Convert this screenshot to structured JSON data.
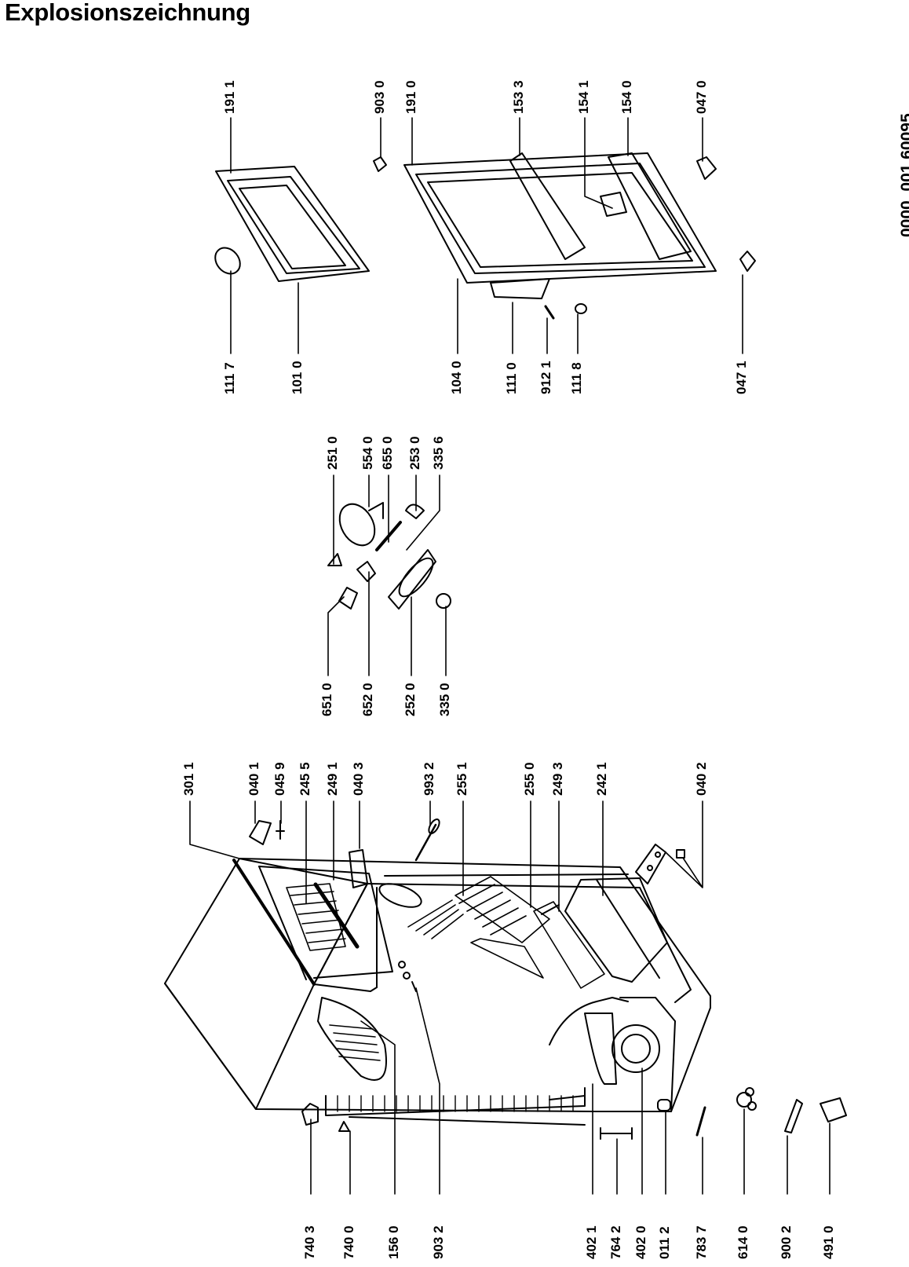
{
  "title": "Explosionszeichnung",
  "document_number": "0000  001 60095",
  "parts": {
    "p7403": "740 3",
    "p7400": "740 0",
    "p1560": "156 0",
    "p9032": "903 2",
    "p4021": "402 1",
    "p7642": "764 2",
    "p4020": "402 0",
    "p0112": "011 2",
    "p7837": "783 7",
    "p6140": "614 0",
    "p9002": "900 2",
    "p4910": "491 0",
    "p3011": "301 1",
    "p0401": "040 1",
    "p0459": "045 9",
    "p2455": "245 5",
    "p2491": "249 1",
    "p0403": "040 3",
    "p9932": "993 2",
    "p2551": "255 1",
    "p2550": "255 0",
    "p2493": "249 3",
    "p2421": "242 1",
    "p0402": "040 2",
    "p6510": "651 0",
    "p6520": "652 0",
    "p2520": "252 0",
    "p3350": "335 0",
    "p2510": "251 0",
    "p5540": "554 0",
    "p6550": "655 0",
    "p2530": "253 0",
    "p3356": "335 6",
    "p1117": "111 7",
    "p1010": "101 0",
    "p1911": "191 1",
    "p1040": "104 0",
    "p1110": "111 0",
    "p9121": "912 1",
    "p1118": "111 8",
    "p0471": "047 1",
    "p9030": "903 0",
    "p1910": "191 0",
    "p1533": "153 3",
    "p1541": "154 1",
    "p1540": "154 0",
    "p0470": "047 0"
  }
}
